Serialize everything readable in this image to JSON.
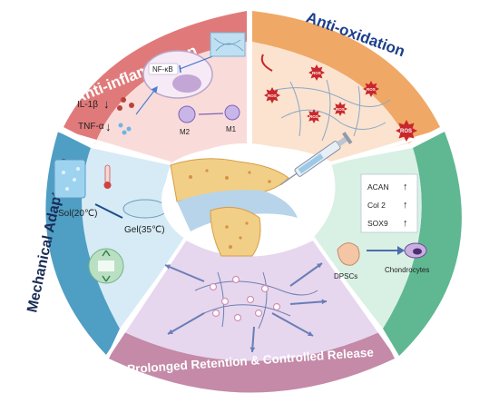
{
  "sections": {
    "anti_inflammation": {
      "title": "Anti-inflammation",
      "nfkb": "NF-κB",
      "il1b": "IL-1β",
      "tnfa": "TNF-α",
      "m2": "M2",
      "m1": "M1"
    },
    "anti_oxidation": {
      "title": "Anti-oxidation",
      "ros": "ROS"
    },
    "mechanical": {
      "title": "Mechanical Adaptation",
      "sol": "Sol(20℃)",
      "gel": "Gel(35℃)"
    },
    "pro_anabolic": {
      "title": "Pro-anabolic Signaling",
      "markers": [
        "ACAN",
        "Col 2",
        "SOX9"
      ],
      "dpscs": "DPSCs",
      "chondrocytes": "Chondrocytes"
    },
    "retention": {
      "title": "Prolonged Retention & Controlled Release"
    }
  },
  "colors": {
    "inflammation_band": "#e07a7a",
    "inflammation_fill": "#f9dcd9",
    "oxidation_band": "#f0a867",
    "oxidation_fill": "#fbe3cf",
    "mechanical_band": "#4f9ec4",
    "mechanical_fill": "#d6ebf5",
    "anabolic_band": "#5fb892",
    "anabolic_fill": "#d9f0e4",
    "retention_band": "#c48aa8",
    "retention_fill": "#e6d7ee",
    "ros": "#c8272c"
  }
}
